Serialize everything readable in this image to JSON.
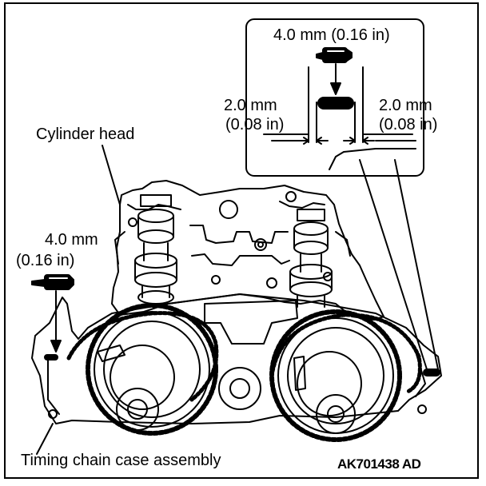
{
  "labels": {
    "cylinder_head": "Cylinder head",
    "timing_chain_case": "Timing chain case assembly",
    "figure_code": "AK701438 AD",
    "left_width_line1": "4.0 mm",
    "left_width_line2": "(0.16 in)",
    "inset_top_width": "4.0 mm (0.16 in)",
    "inset_left_gap_line1": "2.0 mm",
    "inset_left_gap_line2": "(0.08 in)",
    "inset_right_gap_line1": "2.0 mm",
    "inset_right_gap_line2": "(0.08 in)"
  }
}
